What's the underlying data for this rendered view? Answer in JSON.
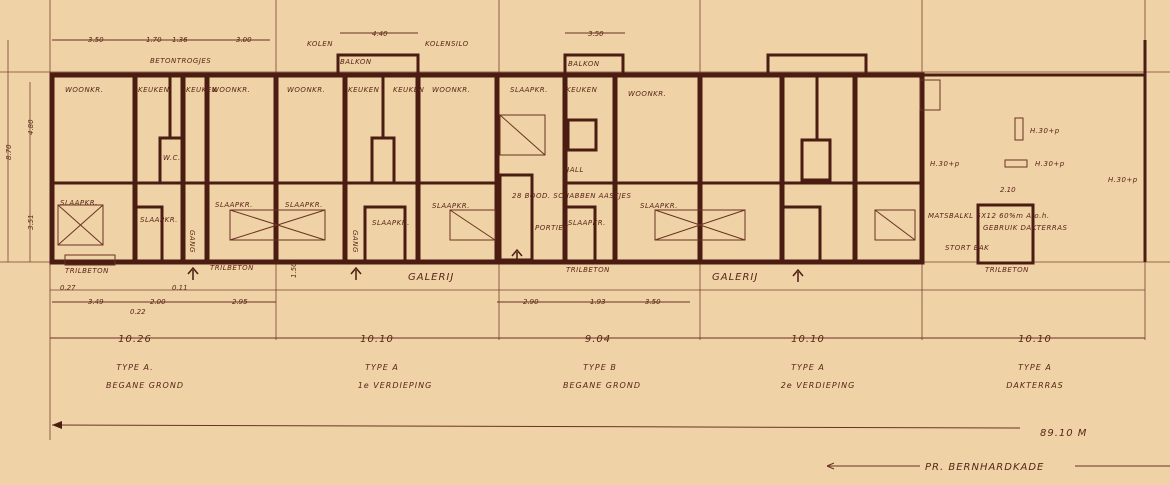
{
  "colors": {
    "paper": "#efd2a6",
    "ink": "#4a1c12"
  },
  "rooms": {
    "woonkr": "WOONKR.",
    "keuken": "KEUKEN",
    "slaapkr": "SLAAPKR.",
    "gang": "GANG",
    "hall": "HALL",
    "portiek": "PORTIEK",
    "balkon": "BALKON",
    "betontrogjes": "BETONTROGJES",
    "kolensilo": "KOLENSILO",
    "kolen": "KOLEN",
    "trilbeton": "TRILBETON",
    "galerij": "GALERIJ",
    "wc": "W.C.",
    "stairs_note": "28 BOOD. SCHABBEN AASTJES",
    "terrace_note": "MATSBALKL 5X12 60%m A.o.h.",
    "gebruik": "GEBRUIK DAKTERRAS",
    "stortbak": "STORT BAK",
    "h30": "H.30+p"
  },
  "dims": {
    "d350": "3.50",
    "d170": "1.70",
    "d136": "1.36",
    "d300": "3.00",
    "d440": "4.40",
    "d480": "4.80",
    "d870": "8.70",
    "d351": "3.51",
    "d349": "3.49",
    "d200": "2.00",
    "d295": "2.95",
    "d290": "2.90",
    "d193": "1.93",
    "d210": "2.10",
    "d150": "1.50",
    "d027": "0.27",
    "d011": "0.11",
    "d022": "0.22"
  },
  "segments": [
    {
      "length": "10.26",
      "type": "TYPE A.",
      "floor": "BEGANE GROND"
    },
    {
      "length": "10.10",
      "type": "TYPE A",
      "floor": "1e VERDIEPING"
    },
    {
      "length": "9.04",
      "type": "TYPE B",
      "floor": "BEGANE GROND"
    },
    {
      "length": "10.10",
      "type": "TYPE A",
      "floor": "2e VERDIEPING"
    },
    {
      "length": "10.10",
      "type": "TYPE A",
      "floor": "DAKTERRAS"
    }
  ],
  "total": "89.10 M",
  "street": "PR. BERNHARDKADE"
}
